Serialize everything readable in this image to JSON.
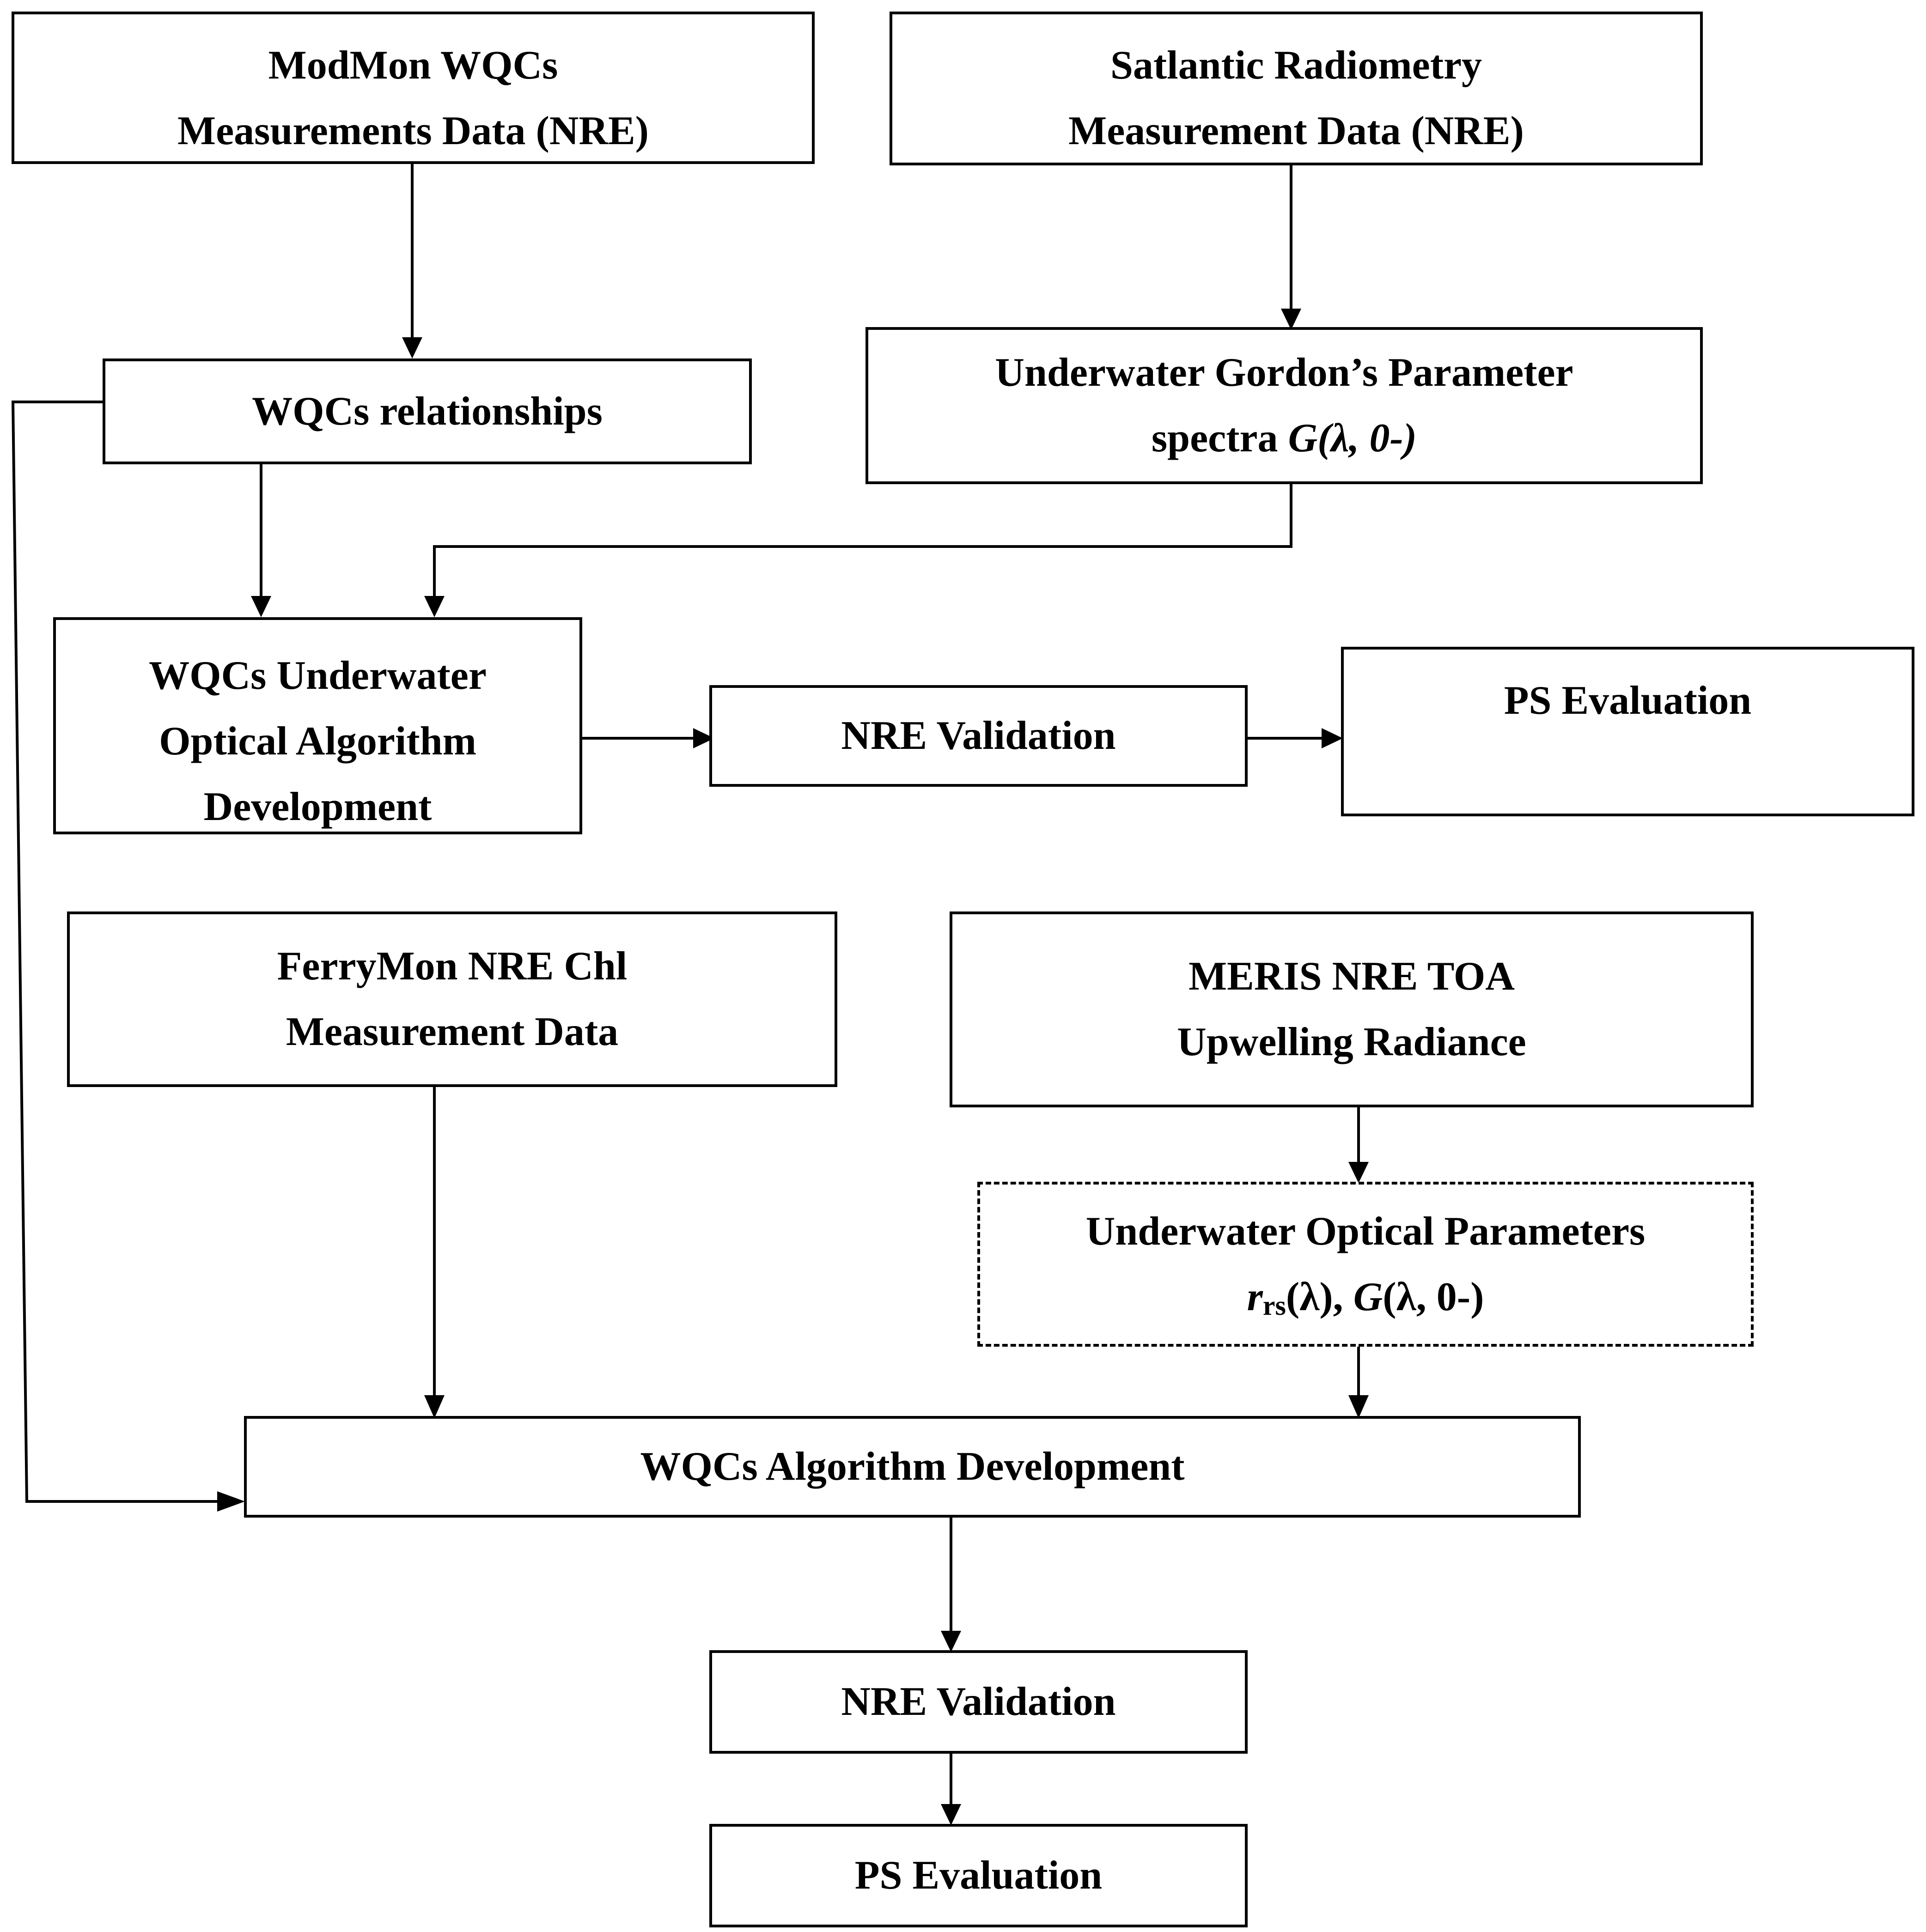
{
  "nodes": {
    "modmon": {
      "line1": "ModMon WQCs",
      "line2": "Measurements Data (NRE)"
    },
    "satlantic": {
      "line1": "Satlantic Radiometry",
      "line2": "Measurement Data (NRE)"
    },
    "wqc_rel": {
      "line1": "WQCs relationships"
    },
    "gordon": {
      "line1": "Underwater Gordon’s Parameter",
      "line2_text": "spectra ",
      "line2_symbol": "G(λ, 0-)"
    },
    "underwater_alg": {
      "line1": "WQCs Underwater",
      "line2": "Optical Algorithm",
      "line3": "Development"
    },
    "nre_val_1": {
      "line1": "NRE Validation"
    },
    "ps_eval_1": {
      "line1": "PS Evaluation"
    },
    "ferrymon": {
      "line1": "FerryMon NRE Chl",
      "line2": "Measurement Data"
    },
    "meris": {
      "line1": "MERIS NRE TOA",
      "line2": "Upwelling Radiance"
    },
    "optical_params": {
      "line1": "Underwater Optical Parameters",
      "r": "r",
      "rs": "rs",
      "lam1": "(λ), ",
      "G": "G",
      "lam2": "(λ, 0-)"
    },
    "wqc_alg": {
      "line1": "WQCs Algorithm Development"
    },
    "nre_val_2": {
      "line1": "NRE Validation"
    },
    "ps_eval_2": {
      "line1": "PS Evaluation"
    }
  }
}
